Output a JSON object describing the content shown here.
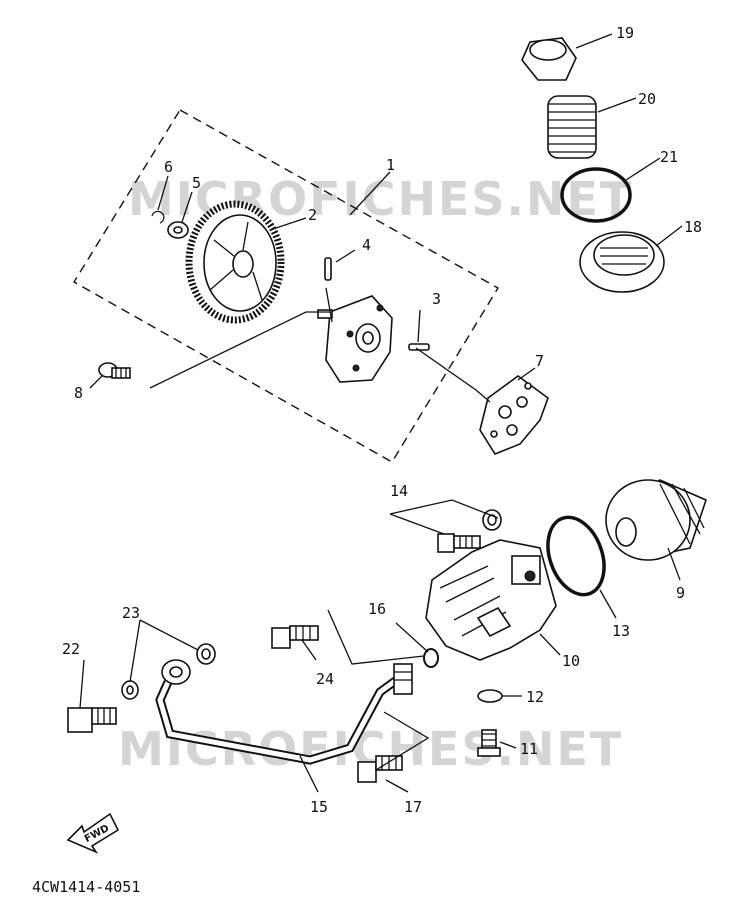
{
  "drawing_code": "4CW1414-4051",
  "watermark": "MICROFICHES.NET",
  "fwd_label": "FWD",
  "callouts": [
    "1",
    "2",
    "3",
    "4",
    "5",
    "6",
    "7",
    "8",
    "9",
    "10",
    "11",
    "12",
    "13",
    "14",
    "15",
    "16",
    "17",
    "18",
    "19",
    "20",
    "21",
    "22",
    "23",
    "24"
  ]
}
